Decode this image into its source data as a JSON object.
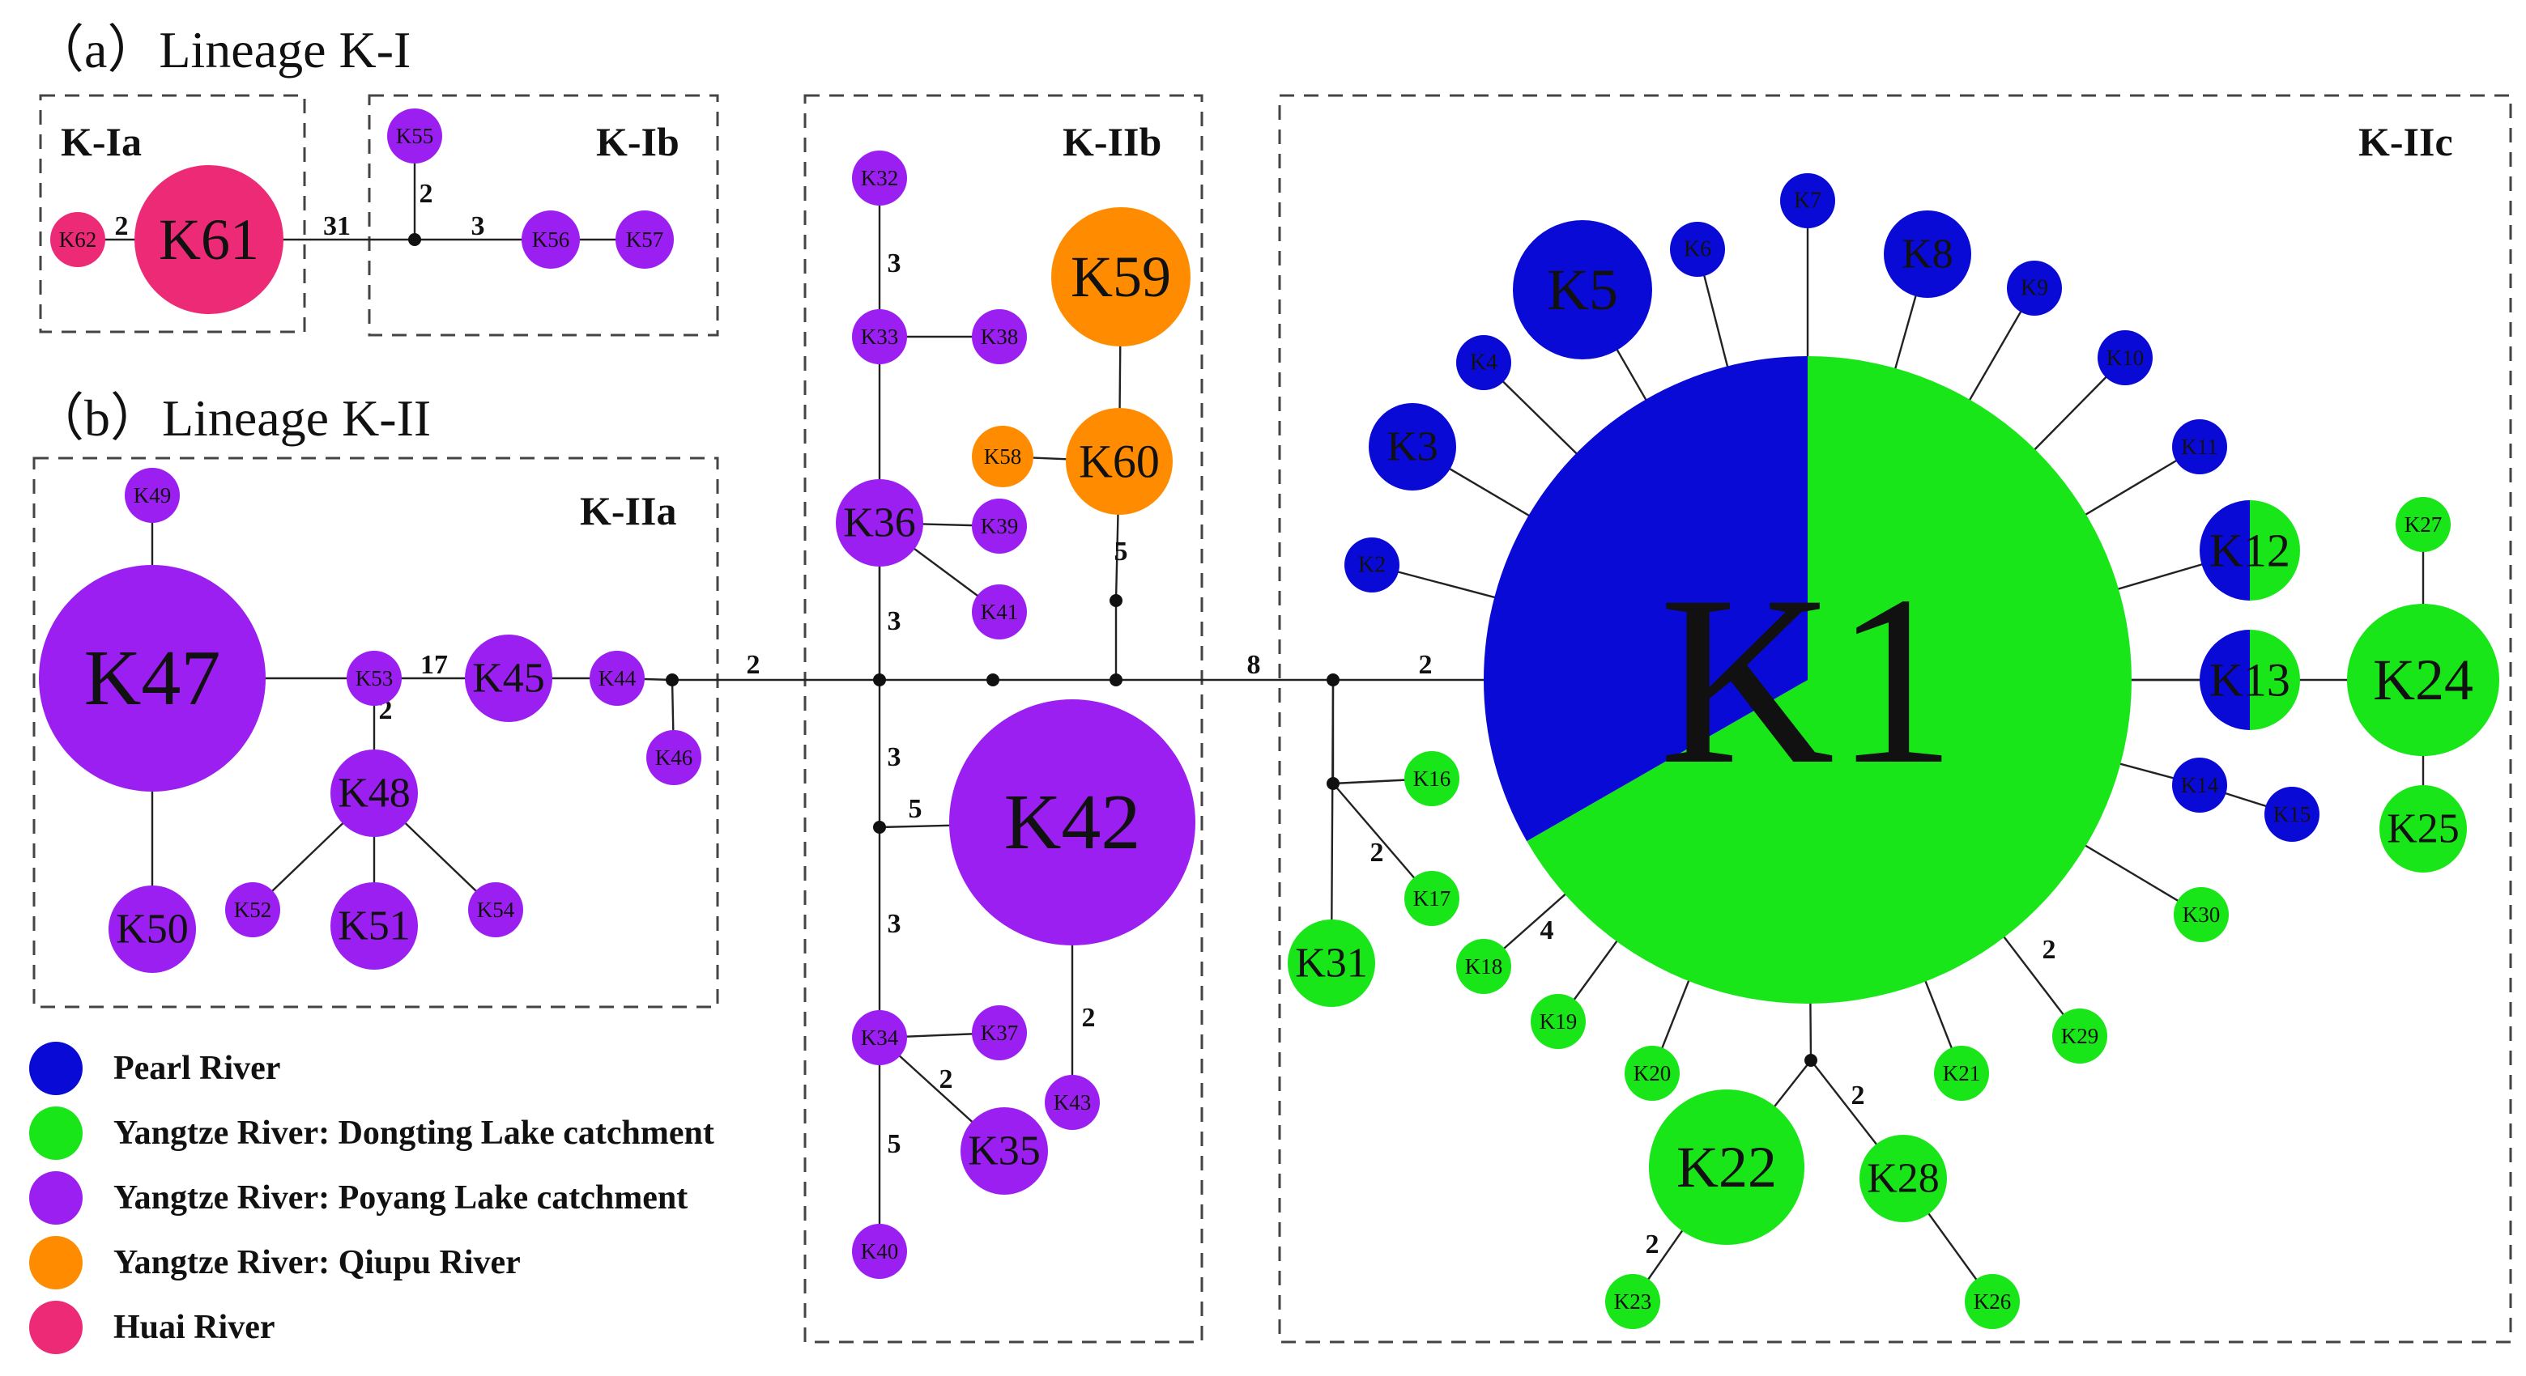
{
  "headers": {
    "lineage_a": "（a）Lineage K-I",
    "lineage_b": "（b）Lineage K-II"
  },
  "boxes": [
    "K-Ia",
    "K-Ib",
    "K-IIa",
    "K-IIb",
    "K-IIc"
  ],
  "colors": {
    "pearl": "#0a0ad6",
    "dongting": "#19e619",
    "poyang": "#9b1ff0",
    "qiupu": "#ff8c00",
    "huai": "#ec2a76"
  },
  "legend": [
    {
      "label": "Pearl River",
      "color_key": "pearl"
    },
    {
      "label": "Yangtze River: Dongting Lake catchment",
      "color_key": "dongting"
    },
    {
      "label": "Yangtze River: Poyang Lake catchment",
      "color_key": "poyang"
    },
    {
      "label": "Yangtze River: Qiupu River",
      "color_key": "qiupu"
    },
    {
      "label": "Huai River",
      "color_key": "huai"
    }
  ],
  "haplotypes": [
    {
      "id": "K61",
      "color": "huai"
    },
    {
      "id": "K62",
      "color": "huai"
    },
    {
      "id": "K55",
      "color": "poyang"
    },
    {
      "id": "K56",
      "color": "poyang"
    },
    {
      "id": "K57",
      "color": "poyang"
    },
    {
      "id": "K47",
      "color": "poyang"
    },
    {
      "id": "K49",
      "color": "poyang"
    },
    {
      "id": "K50",
      "color": "poyang"
    },
    {
      "id": "K53",
      "color": "poyang"
    },
    {
      "id": "K45",
      "color": "poyang"
    },
    {
      "id": "K44",
      "color": "poyang"
    },
    {
      "id": "K46",
      "color": "poyang"
    },
    {
      "id": "K48",
      "color": "poyang"
    },
    {
      "id": "K51",
      "color": "poyang"
    },
    {
      "id": "K52",
      "color": "poyang"
    },
    {
      "id": "K54",
      "color": "poyang"
    },
    {
      "id": "K32",
      "color": "poyang"
    },
    {
      "id": "K33",
      "color": "poyang"
    },
    {
      "id": "K38",
      "color": "poyang"
    },
    {
      "id": "K36",
      "color": "poyang"
    },
    {
      "id": "K39",
      "color": "poyang"
    },
    {
      "id": "K41",
      "color": "poyang"
    },
    {
      "id": "K42",
      "color": "poyang"
    },
    {
      "id": "K43",
      "color": "poyang"
    },
    {
      "id": "K34",
      "color": "poyang"
    },
    {
      "id": "K37",
      "color": "poyang"
    },
    {
      "id": "K35",
      "color": "poyang"
    },
    {
      "id": "K40",
      "color": "poyang"
    },
    {
      "id": "K59",
      "color": "qiupu"
    },
    {
      "id": "K60",
      "color": "qiupu"
    },
    {
      "id": "K58",
      "color": "qiupu"
    },
    {
      "id": "K1",
      "pie": [
        {
          "color": "dongting",
          "fraction": 0.667
        },
        {
          "color": "pearl",
          "fraction": 0.333
        }
      ]
    },
    {
      "id": "K2",
      "color": "pearl"
    },
    {
      "id": "K3",
      "color": "pearl"
    },
    {
      "id": "K4",
      "color": "pearl"
    },
    {
      "id": "K5",
      "color": "pearl"
    },
    {
      "id": "K6",
      "color": "pearl"
    },
    {
      "id": "K7",
      "color": "pearl"
    },
    {
      "id": "K8",
      "color": "pearl"
    },
    {
      "id": "K9",
      "color": "pearl"
    },
    {
      "id": "K10",
      "color": "pearl"
    },
    {
      "id": "K11",
      "color": "pearl"
    },
    {
      "id": "K12",
      "pie": [
        {
          "color": "pearl",
          "fraction": 0.5
        },
        {
          "color": "dongting",
          "fraction": 0.5
        }
      ]
    },
    {
      "id": "K13",
      "pie": [
        {
          "color": "pearl",
          "fraction": 0.5
        },
        {
          "color": "dongting",
          "fraction": 0.5
        }
      ]
    },
    {
      "id": "K14",
      "color": "pearl"
    },
    {
      "id": "K15",
      "color": "pearl"
    },
    {
      "id": "K16",
      "color": "dongting"
    },
    {
      "id": "K17",
      "color": "dongting"
    },
    {
      "id": "K18",
      "color": "dongting"
    },
    {
      "id": "K19",
      "color": "dongting"
    },
    {
      "id": "K20",
      "color": "dongting"
    },
    {
      "id": "K21",
      "color": "dongting"
    },
    {
      "id": "K22",
      "color": "dongting"
    },
    {
      "id": "K23",
      "color": "dongting"
    },
    {
      "id": "K24",
      "color": "dongting"
    },
    {
      "id": "K25",
      "color": "dongting"
    },
    {
      "id": "K26",
      "color": "dongting"
    },
    {
      "id": "K27",
      "color": "dongting"
    },
    {
      "id": "K28",
      "color": "dongting"
    },
    {
      "id": "K29",
      "color": "dongting"
    },
    {
      "id": "K30",
      "color": "dongting"
    },
    {
      "id": "K31",
      "color": "dongting"
    }
  ],
  "mutation_labels": [
    "2",
    "31",
    "2",
    "3",
    "2",
    "17",
    "2",
    "3",
    "3",
    "3",
    "5",
    "3",
    "2",
    "5",
    "2",
    "5",
    "8",
    "2",
    "2",
    "4",
    "2",
    "2",
    "2"
  ]
}
